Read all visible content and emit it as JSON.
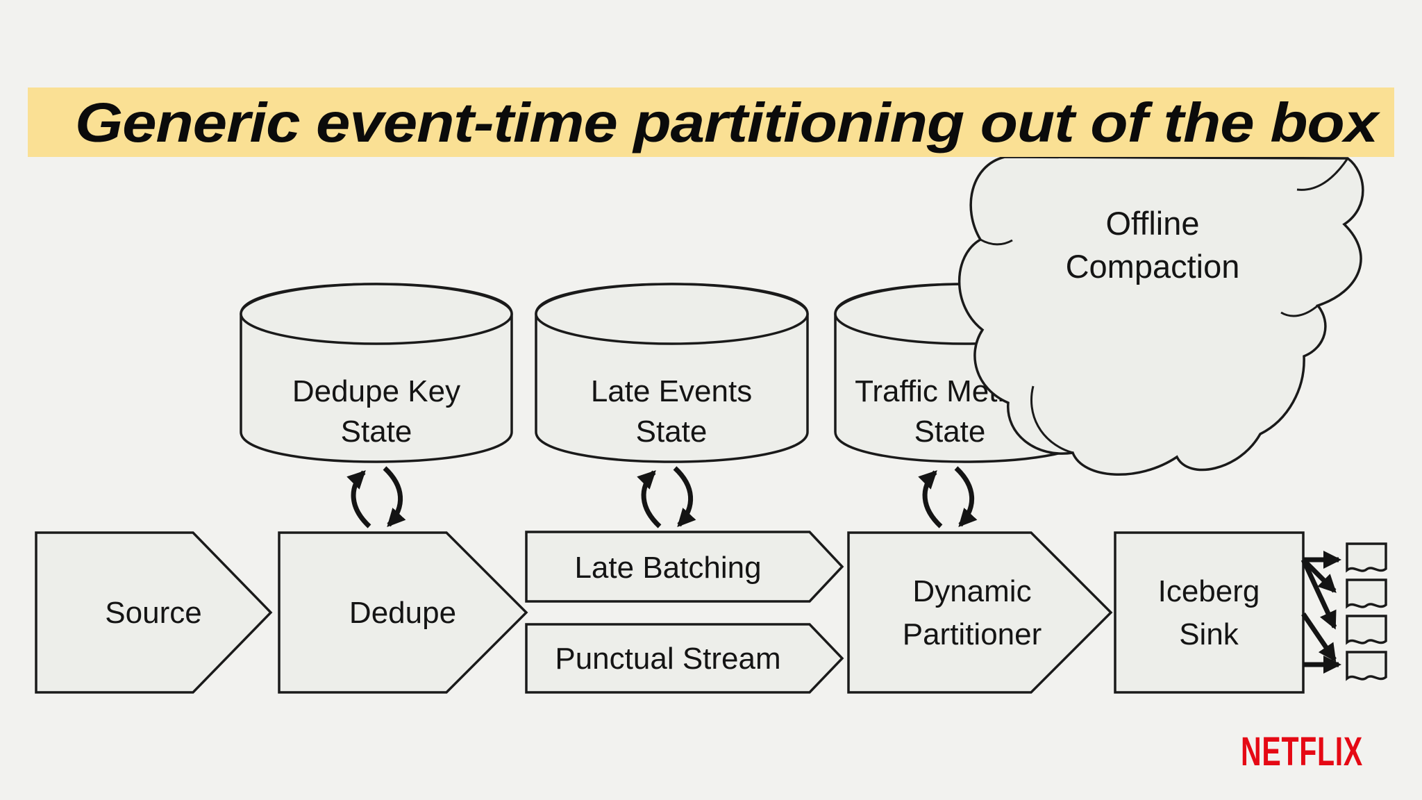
{
  "title": {
    "text": "Generic event-time partitioning out of the box",
    "highlight_color": "#FAE094"
  },
  "cloud": {
    "line1": "Offline",
    "line2": "Compaction"
  },
  "state_stores": [
    {
      "id": "dedupe-key-state",
      "line1": "Dedupe Key",
      "line2": "State"
    },
    {
      "id": "late-events-state",
      "line1": "Late Events",
      "line2": "State"
    },
    {
      "id": "traffic-metrics-state",
      "line1": "Traffic Metrics",
      "line2": "State"
    }
  ],
  "pipeline": {
    "source_label": "Source",
    "dedupe_label": "Dedupe",
    "late_batching_label": "Late Batching",
    "punctual_stream_label": "Punctual Stream",
    "dynamic_partitioner": {
      "line1": "Dynamic",
      "line2": "Partitioner"
    },
    "iceberg_sink": {
      "line1": "Iceberg",
      "line2": "Sink"
    },
    "output_file_count": 4
  },
  "branding": {
    "logo": "NETFLIX",
    "logo_color": "#E50914"
  },
  "colors": {
    "background": "#F2F2EF",
    "shape_fill": "#EDEEEA",
    "stroke": "#1A1A1A",
    "highlight": "#FAE094"
  }
}
